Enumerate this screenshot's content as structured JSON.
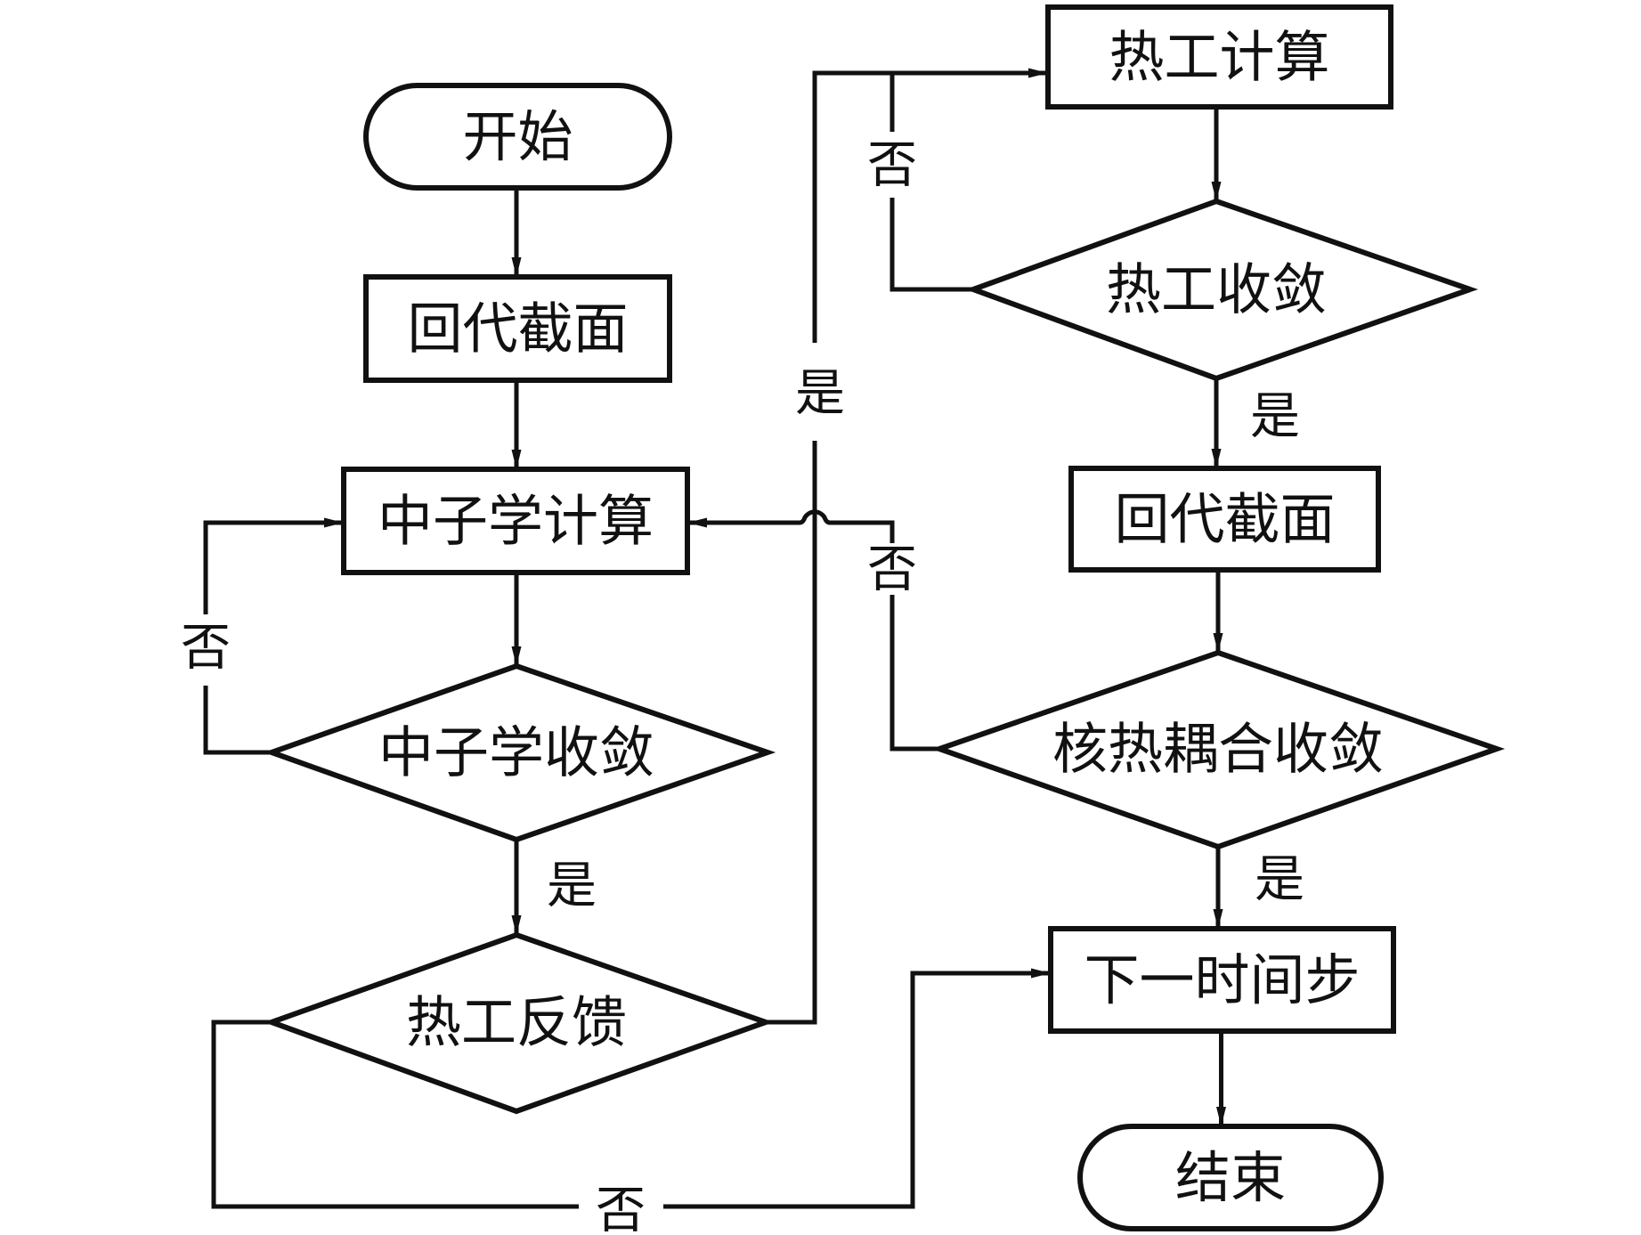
{
  "diagram": {
    "type": "flowchart",
    "nodes": [
      {
        "id": "start",
        "shape": "terminal",
        "label": "开始"
      },
      {
        "id": "xs1",
        "shape": "process",
        "label": "回代截面"
      },
      {
        "id": "neutron_calc",
        "shape": "process",
        "label": "中子学计算"
      },
      {
        "id": "neutron_conv",
        "shape": "decision",
        "label": "中子学收敛"
      },
      {
        "id": "th_feedback",
        "shape": "decision",
        "label": "热工反馈"
      },
      {
        "id": "th_calc",
        "shape": "process",
        "label": "热工计算"
      },
      {
        "id": "th_conv",
        "shape": "decision",
        "label": "热工收敛"
      },
      {
        "id": "xs2",
        "shape": "process",
        "label": "回代截面"
      },
      {
        "id": "coupling_conv",
        "shape": "decision",
        "label": "核热耦合收敛"
      },
      {
        "id": "next_step",
        "shape": "process",
        "label": "下一时间步"
      },
      {
        "id": "end",
        "shape": "terminal",
        "label": "结束"
      }
    ],
    "edges": [
      {
        "from": "start",
        "to": "xs1",
        "label": ""
      },
      {
        "from": "xs1",
        "to": "neutron_calc",
        "label": ""
      },
      {
        "from": "neutron_calc",
        "to": "neutron_conv",
        "label": ""
      },
      {
        "from": "neutron_conv",
        "to": "neutron_calc",
        "label": "否"
      },
      {
        "from": "neutron_conv",
        "to": "th_feedback",
        "label": "是"
      },
      {
        "from": "th_feedback",
        "to": "th_calc",
        "label": "是"
      },
      {
        "from": "th_feedback",
        "to": "next_step",
        "label": "否"
      },
      {
        "from": "th_calc",
        "to": "th_conv",
        "label": ""
      },
      {
        "from": "th_conv",
        "to": "th_calc",
        "label": "否"
      },
      {
        "from": "th_conv",
        "to": "xs2",
        "label": "是"
      },
      {
        "from": "xs2",
        "to": "coupling_conv",
        "label": ""
      },
      {
        "from": "coupling_conv",
        "to": "neutron_calc",
        "label": "否"
      },
      {
        "from": "coupling_conv",
        "to": "next_step",
        "label": "是"
      },
      {
        "from": "next_step",
        "to": "end",
        "label": ""
      }
    ]
  },
  "labels": {
    "start": "开始",
    "xs1": "回代截面",
    "neutron_calc": "中子学计算",
    "neutron_conv": "中子学收敛",
    "th_feedback": "热工反馈",
    "th_calc": "热工计算",
    "th_conv": "热工收敛",
    "xs2": "回代截面",
    "coupling_conv": "核热耦合收敛",
    "next_step": "下一时间步",
    "end": "结束",
    "yes": "是",
    "no": "否"
  },
  "colors": {
    "stroke": "#111111",
    "background": "#ffffff"
  }
}
